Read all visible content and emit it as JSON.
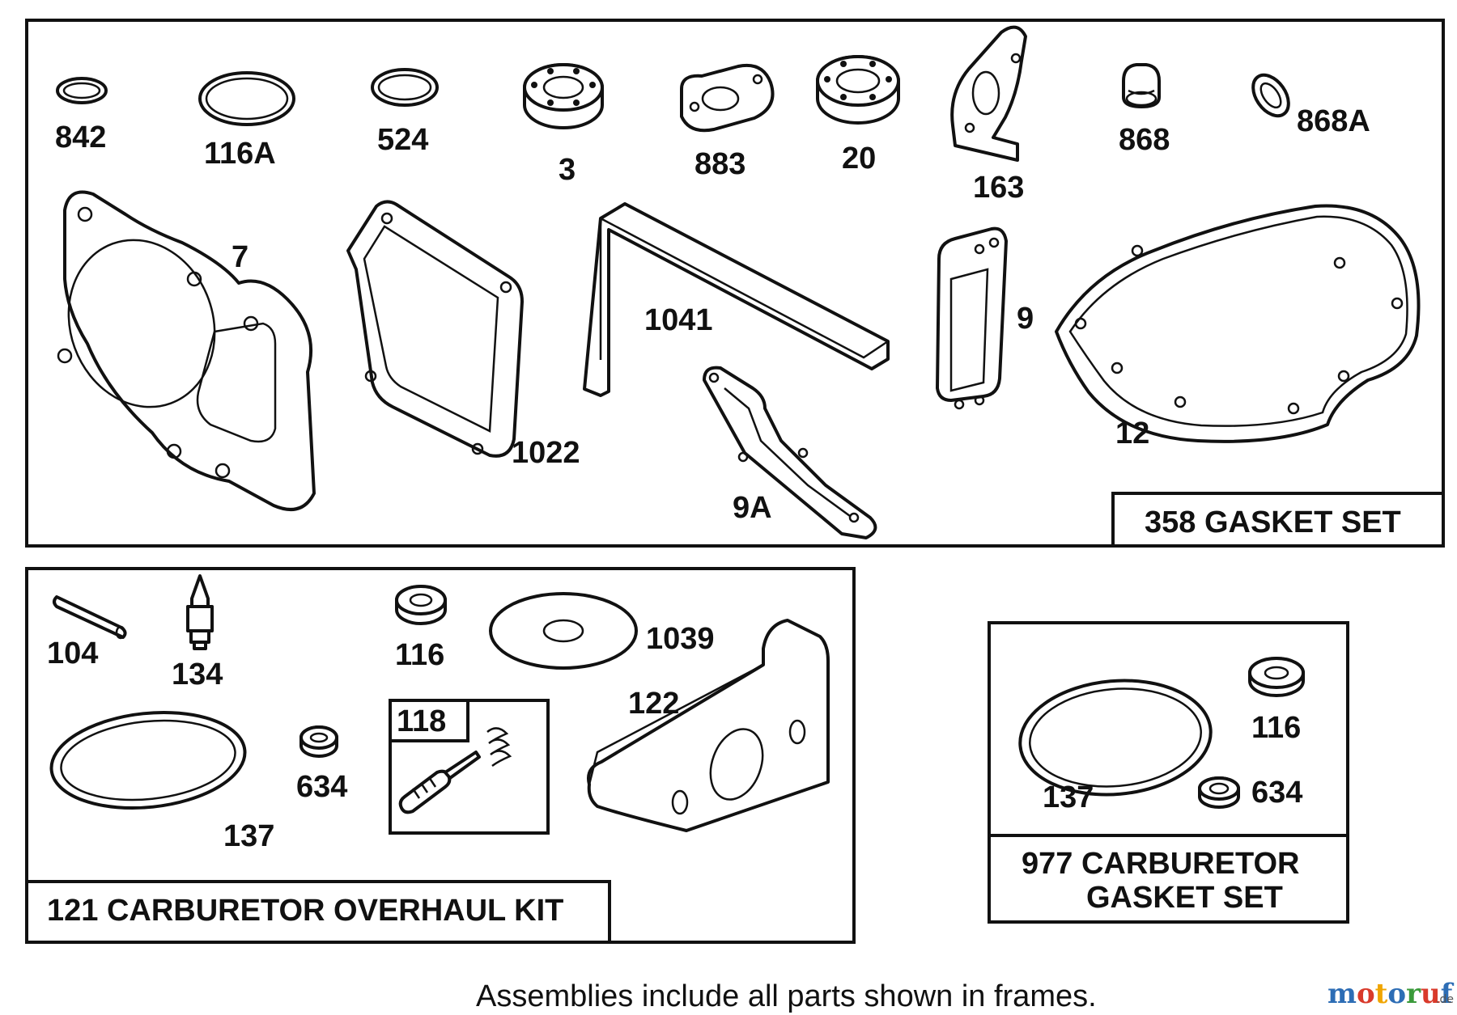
{
  "gasket_set": {
    "label": "358 GASKET SET",
    "parts": [
      "842",
      "116A",
      "524",
      "3",
      "883",
      "20",
      "163",
      "868",
      "868A",
      "7",
      "1022",
      "1041",
      "9",
      "9A",
      "12"
    ]
  },
  "carburetor_overhaul_kit": {
    "label": "121 CARBURETOR OVERHAUL KIT",
    "parts": [
      "104",
      "134",
      "116",
      "1039",
      "118",
      "122",
      "634",
      "137"
    ]
  },
  "carburetor_gasket_set": {
    "label_line1": "977 CARBURETOR",
    "label_line2": "GASKET SET",
    "parts": [
      "116",
      "137",
      "634"
    ]
  },
  "note": "Assemblies include all parts shown in frames.",
  "watermark": {
    "letters": [
      "m",
      "o",
      "t",
      "o",
      "r",
      "u",
      "f"
    ],
    "letter_colors": [
      "#2d6db5",
      "#d93a2b",
      "#f0a500",
      "#2d6db5",
      "#3a9a3a",
      "#d93a2b",
      "#2d6db5"
    ],
    "suffix": ".de"
  }
}
